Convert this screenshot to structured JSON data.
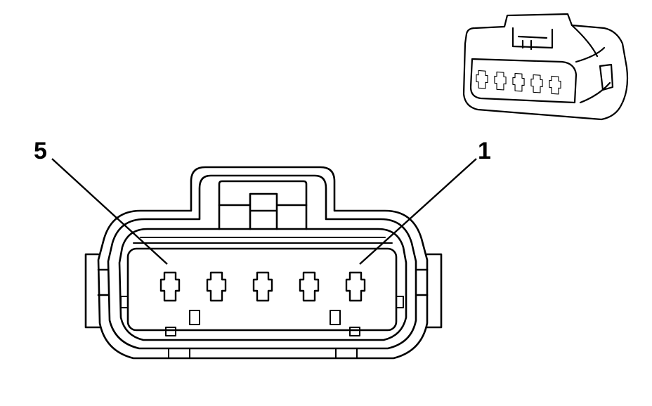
{
  "diagram": {
    "callouts": [
      {
        "label": "5",
        "pin": 5
      },
      {
        "label": "1",
        "pin": 1
      }
    ],
    "pin_count": 5,
    "line_color": "#000000",
    "background_color": "#ffffff"
  }
}
